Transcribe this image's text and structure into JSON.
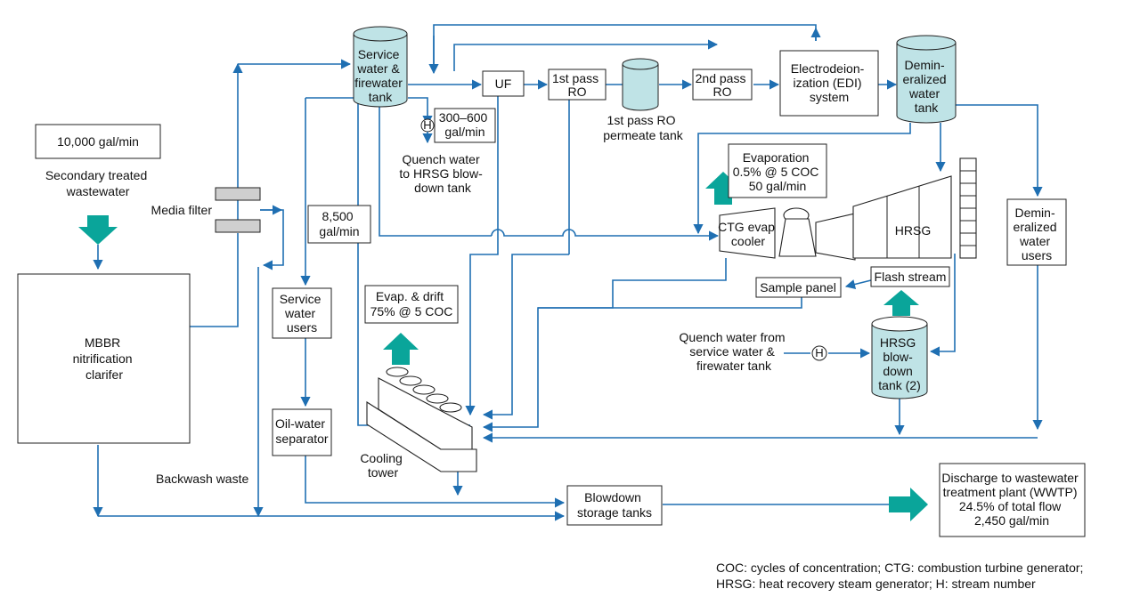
{
  "labels": {
    "flow_in": "10,000 gal/min",
    "secondary": [
      "Secondary treated",
      "wastewater"
    ],
    "mbbr": [
      "MBBR",
      "nitrification",
      "clarifer"
    ],
    "media_filter": "Media filter",
    "backwash": "Backwash waste",
    "service_tank": [
      "Service",
      "water &",
      "firewater",
      "tank"
    ],
    "uf": "UF",
    "ro1": [
      "1st pass",
      "RO"
    ],
    "ro1_tank": [
      "1st pass RO",
      "permeate tank"
    ],
    "ro2": [
      "2nd pass",
      "RO"
    ],
    "edi": [
      "Electrodeion-",
      "ization (EDI)",
      "system"
    ],
    "demin_tank": [
      "Demin-",
      "eralized",
      "water",
      "tank"
    ],
    "stream_h": "H",
    "flow_300": [
      "300–600",
      "gal/min"
    ],
    "quench_hrsg": [
      "Quench water",
      "to HRSG blow-",
      "down tank"
    ],
    "evaporation": [
      "Evaporation",
      "0.5% @ 5 COC",
      "50 gal/min"
    ],
    "flow_8500": [
      "8,500",
      "gal/min"
    ],
    "ctg_cooler": [
      "CTG evap",
      "cooler"
    ],
    "hrsg": "HRSG",
    "demin_users": [
      "Demin-",
      "eralized",
      "water",
      "users"
    ],
    "sample_panel": "Sample panel",
    "flash_stream": "Flash stream",
    "service_users": [
      "Service",
      "water",
      "users"
    ],
    "evap_drift": [
      "Evap. & drift",
      "75% @ 5 COC"
    ],
    "quench_from": [
      "Quench water from",
      "service water &",
      "firewater tank"
    ],
    "blowdown_tank": [
      "HRSG",
      "blow-",
      "down",
      "tank (2)"
    ],
    "oil_water": [
      "Oil-water",
      "separator"
    ],
    "cooling_tower": [
      "Cooling",
      "tower"
    ],
    "blowdown_storage": [
      "Blowdown",
      "storage tanks"
    ],
    "discharge": [
      "Discharge to wastewater",
      "treatment plant (WWTP)",
      "24.5% of total flow",
      "2,450 gal/min"
    ],
    "footnote": [
      "COC: cycles of concentration; CTG: combustion turbine generator;",
      "HRSG: heat recovery steam generator; H: stream number"
    ]
  },
  "colors": {
    "flow": "#1f6fb2",
    "tank": "#bfe3e6",
    "big_arrow": "#0aa59a"
  }
}
